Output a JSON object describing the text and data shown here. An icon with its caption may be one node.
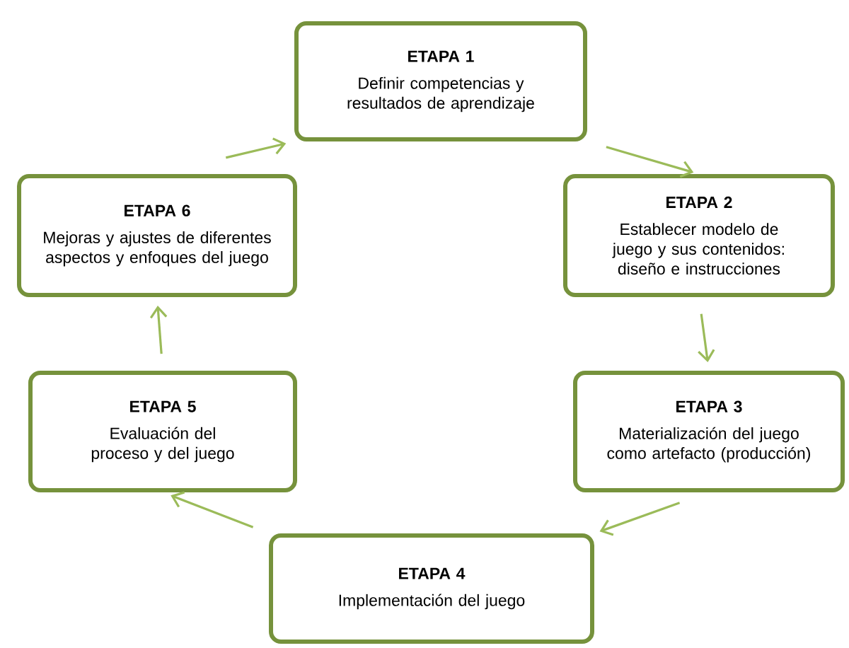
{
  "diagram": {
    "nodes": [
      {
        "text": [
          "ETAPA 1",
          "Definir competencias y resultados de aprendizaje"
        ]
      },
      {
        "text": [
          "ETAPA 2",
          "Establecer modelo de juego y sus contenidos: diseño e instrucciones"
        ]
      },
      {
        "text": [
          "ETAPA 3",
          "Materialización del juego como artefacto (producción)"
        ]
      },
      {
        "text": [
          "ETAPA 4",
          "Implementación del juego"
        ]
      },
      {
        "text": [
          "ETAPA 5",
          "Evaluación del proceso y del juego"
        ]
      },
      {
        "text": [
          "ETAPA 6",
          "Mejoras y ajustes de diferentes aspectos y enfoques del juego"
        ]
      }
    ],
    "edges": [
      {
        "from": 0,
        "to": 1,
        "arrow": "to"
      },
      {
        "from": 1,
        "to": 2,
        "arrow": "to"
      },
      {
        "from": 2,
        "to": 3,
        "arrow": "to"
      },
      {
        "from": 3,
        "to": 4,
        "arrow": "to"
      },
      {
        "from": 4,
        "to": 5,
        "arrow": "to"
      },
      {
        "from": 5,
        "to": 0,
        "arrow": "to"
      }
    ]
  }
}
